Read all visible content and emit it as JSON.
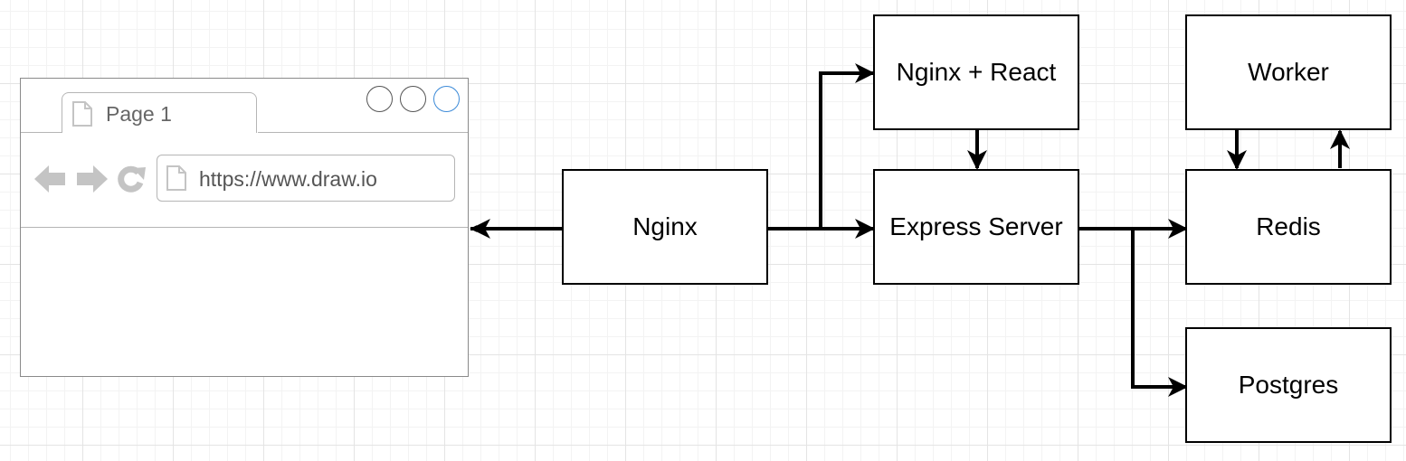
{
  "browser": {
    "tab_label": "Page 1",
    "url": "https://www.draw.io"
  },
  "nodes": {
    "nginx": "Nginx",
    "nginx_react": "Nginx + React",
    "express": "Express Server",
    "worker": "Worker",
    "redis": "Redis",
    "postgres": "Postgres"
  },
  "colors": {
    "stroke": "#000000",
    "browser_icon": "#c4c4c4",
    "active_window_button": "#3d8bd8"
  }
}
